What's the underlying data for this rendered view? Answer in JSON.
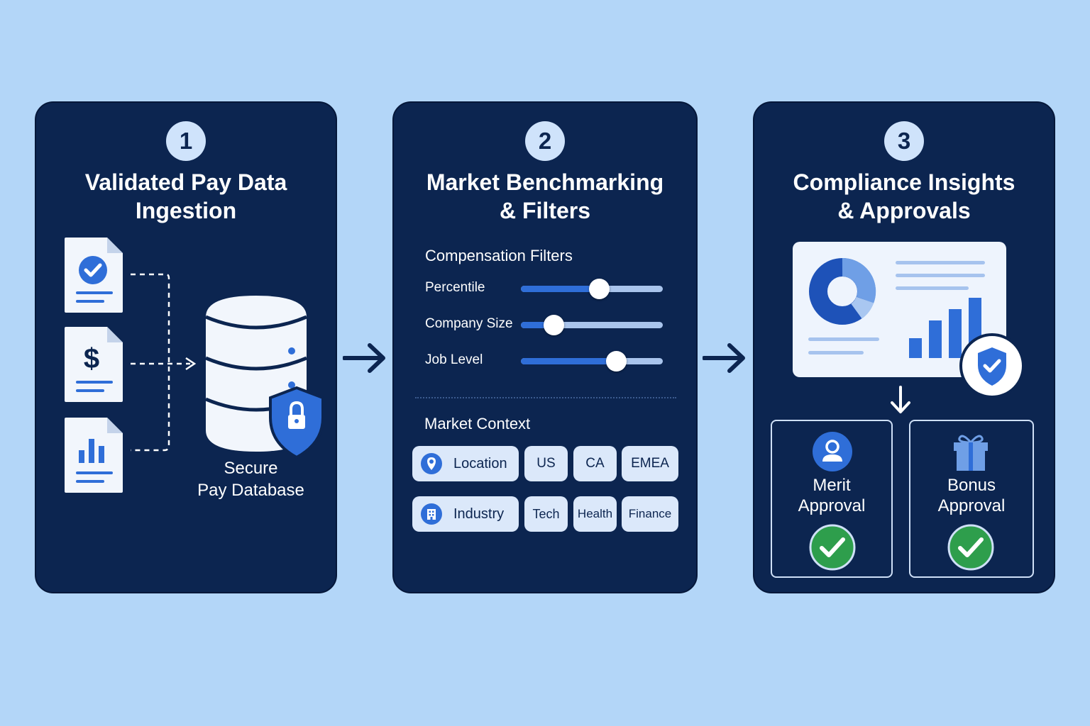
{
  "steps": [
    {
      "number": "1",
      "title_line1": "Validated Pay Data",
      "title_line2": "Ingestion",
      "db_label_line1": "Secure",
      "db_label_line2": "Pay Database"
    },
    {
      "number": "2",
      "title_line1": "Market Benchmarking",
      "title_line2": "& Filters",
      "filters_heading": "Compensation Filters",
      "sliders": [
        {
          "label": "Percentile",
          "value": 0.55
        },
        {
          "label": "Company Size",
          "value": 0.23
        },
        {
          "label": "Job Level",
          "value": 0.67
        }
      ],
      "context_heading": "Market Context",
      "location_label": "Location",
      "location_options": [
        "US",
        "CA",
        "EMEA"
      ],
      "industry_label": "Industry",
      "industry_options": [
        "Tech",
        "Health",
        "Finance"
      ]
    },
    {
      "number": "3",
      "title_line1": "Compliance Insights",
      "title_line2": "& Approvals",
      "merit_line1": "Merit",
      "merit_line2": "Approval",
      "bonus_line1": "Bonus",
      "bonus_line2": "Approval"
    }
  ],
  "icons": [
    "check-document-icon",
    "dollar-document-icon",
    "chart-document-icon",
    "database-icon",
    "lock-shield-icon",
    "location-pin-icon",
    "building-icon",
    "donut-chart-icon",
    "bar-chart-icon",
    "check-shield-icon",
    "person-icon",
    "gift-icon",
    "check-circle-icon",
    "arrow-right-icon",
    "arrow-down-icon"
  ],
  "colors": {
    "background": "#b3d6f8",
    "panel": "#0c2550",
    "accent_blue": "#2f6ed8",
    "approve_green": "#2e9e4c"
  }
}
